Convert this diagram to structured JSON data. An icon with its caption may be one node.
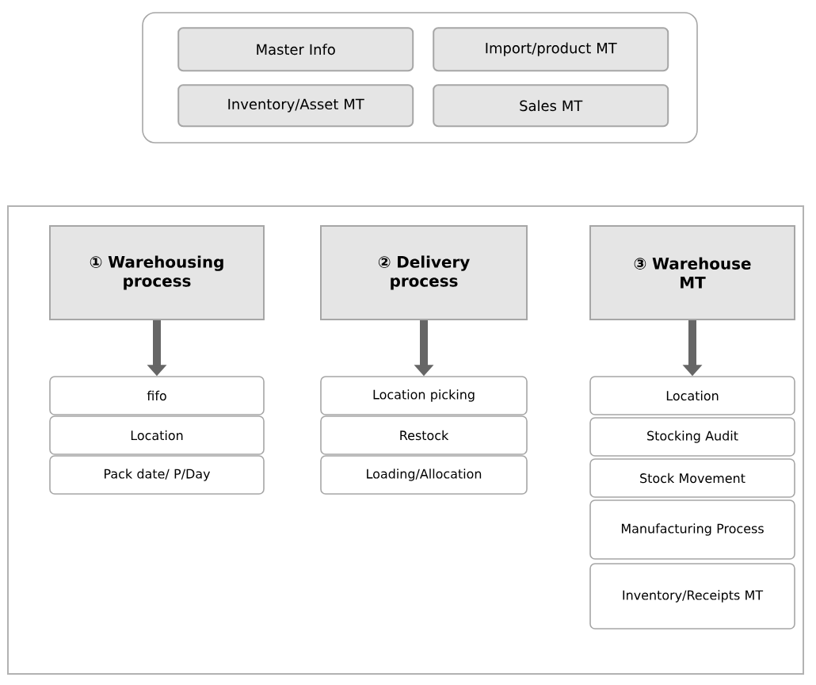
{
  "diagram": {
    "nodes": [
      {
        "text": [],
        "shape": "box"
      },
      {
        "text": [
          "Master Info"
        ],
        "in": 0
      },
      {
        "text": [
          "Import/product MT"
        ],
        "in": 0
      },
      {
        "text": [
          "Inventory/Asset MT"
        ],
        "in": 0
      },
      {
        "text": [
          "Sales MT"
        ],
        "in": 0
      },
      {
        "text": [],
        "shape": "box"
      },
      {
        "text": [
          "① Warehousing process"
        ],
        "in": 5
      },
      {
        "text": [
          "② Delivery process"
        ],
        "in": 5
      },
      {
        "text": [
          "③ Warehouse MT"
        ],
        "in": 5
      },
      {
        "text": [
          "fifo"
        ],
        "in": 5
      },
      {
        "text": [
          "Location"
        ],
        "in": 5
      },
      {
        "text": [
          "Pack date/ P/Day"
        ],
        "in": 5
      },
      {
        "text": [
          "Location picking"
        ],
        "in": 5
      },
      {
        "text": [
          "Restock"
        ],
        "in": 5
      },
      {
        "text": [
          "Loading/Allocation"
        ],
        "in": 5
      },
      {
        "text": [
          "Location"
        ],
        "in": 5
      },
      {
        "text": [
          "Stocking Audit"
        ],
        "in": 5
      },
      {
        "text": [
          "Stock Movement"
        ],
        "in": 5
      },
      {
        "text": [
          "Manufacturing Process"
        ],
        "in": 5
      },
      {
        "text": [
          "Inventory/Receipts MT"
        ],
        "in": 5
      }
    ],
    "edges": [
      {
        "from": 6,
        "to": 9,
        "arrow": "to"
      },
      {
        "from": 7,
        "to": 12,
        "arrow": "to"
      },
      {
        "from": 8,
        "to": 15,
        "arrow": "to"
      }
    ]
  }
}
